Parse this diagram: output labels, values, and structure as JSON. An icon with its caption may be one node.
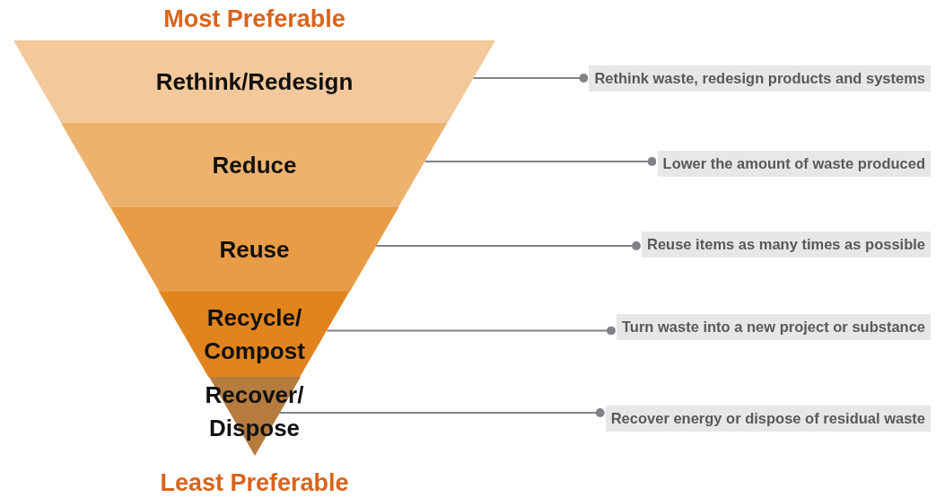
{
  "diagram": {
    "nodes": [
      {
        "text": [
          "Rethink/Redesign"
        ]
      },
      {
        "text": [
          "Reduce"
        ]
      },
      {
        "text": [
          "Reuse"
        ]
      },
      {
        "text": [
          "Recycle/ Compost"
        ]
      },
      {
        "text": [
          "Recover/ Dispose"
        ]
      },
      {
        "text": [
          "Rethink waste, redesign products and systems"
        ]
      },
      {
        "text": [
          "Lower the amount of waste produced"
        ]
      },
      {
        "text": [
          "Reuse items as many times as possible"
        ]
      },
      {
        "text": [
          "Turn waste into a new project or substance"
        ]
      },
      {
        "text": [
          "Recover energy or dispose of residual waste"
        ]
      }
    ],
    "edges": [
      {
        "from": 0,
        "to": 5,
        "arrow": "other"
      },
      {
        "from": 1,
        "to": 6,
        "arrow": "other"
      },
      {
        "from": 2,
        "to": 7,
        "arrow": "other"
      },
      {
        "from": 3,
        "to": 8,
        "arrow": "other"
      },
      {
        "from": 4,
        "to": 9,
        "arrow": "other"
      }
    ],
    "labels": [
      "Most Preferable",
      "Least Preferable"
    ]
  }
}
